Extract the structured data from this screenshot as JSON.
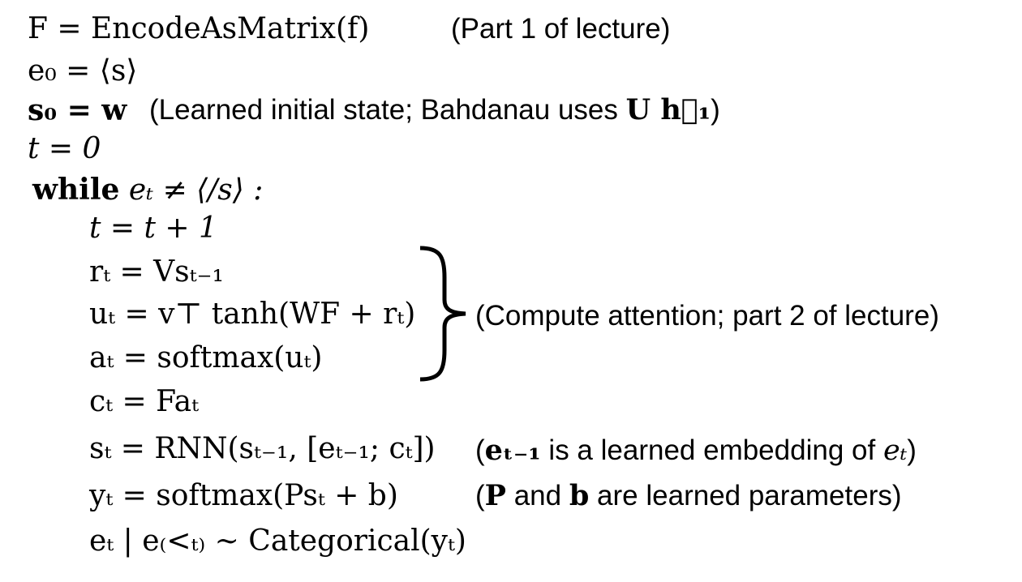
{
  "lines": {
    "l1_math": "F = EncodeAsMatrix(f)",
    "l1_note": "(Part 1 of lecture)",
    "l2_math": "e₀ = ⟨s⟩",
    "l3_math": "s₀ = w",
    "l3_note_prefix": "(Learned initial state; Bahdanau uses ",
    "l3_note_math": "U h⃖₁",
    "l3_note_suffix": ")",
    "l4_math": "t = 0",
    "l5_keyword": "while",
    "l5_math": "eₜ ≠ ⟨/s⟩ :",
    "l6_math": "t = t + 1",
    "l7_math": "rₜ = Vsₜ₋₁",
    "l8_math": "uₜ = v⊤ tanh(WF + rₜ)",
    "l9_math": "aₜ = softmax(uₜ)",
    "brace_note": "(Compute attention; part 2 of lecture)",
    "l10_math": "cₜ = Faₜ",
    "l11_math": "sₜ = RNN(sₜ₋₁, [eₜ₋₁; cₜ])",
    "l11_note_math1": "eₜ₋₁",
    "l11_note_text": " is a learned embedding of ",
    "l11_note_math2": "eₜ",
    "l12_math": "yₜ = softmax(Psₜ + b)",
    "l12_note_p": "P",
    "l12_note_and": " and ",
    "l12_note_b": "b",
    "l12_note_text": " are learned parameters",
    "l13_math": "eₜ | e₍<ₜ₎ ∼ Categorical(yₜ)"
  }
}
